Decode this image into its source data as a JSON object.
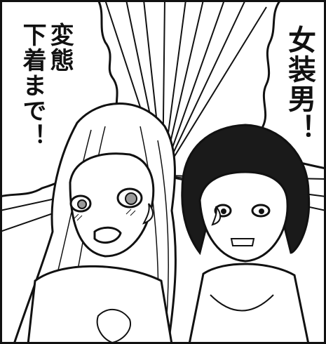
{
  "panel": {
    "balloon_left": {
      "lines": [
        "変態",
        "下着まで！"
      ]
    },
    "balloon_right": {
      "lines": [
        "女装男！"
      ]
    }
  },
  "colors": {
    "ink": "#111111",
    "paper": "#ffffff",
    "tone": "#9a9a9a"
  }
}
